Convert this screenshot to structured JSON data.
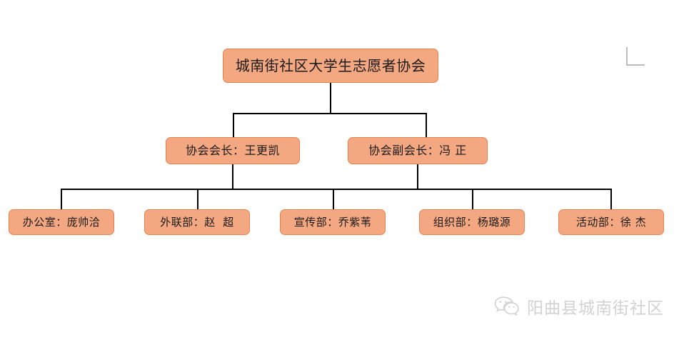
{
  "chart": {
    "type": "org-chart",
    "title": "城南街社区大学生志愿者协会",
    "levels": [
      {
        "level": 1,
        "nodes": [
          {
            "label": "城南街社区大学生志愿者协会"
          }
        ]
      },
      {
        "level": 2,
        "nodes": [
          {
            "label": "协会会长：王更凯"
          },
          {
            "label": "协会副会长：冯 正"
          }
        ]
      },
      {
        "level": 3,
        "nodes": [
          {
            "label": "办公室：庞帅洽"
          },
          {
            "label": "外联部：赵  超"
          },
          {
            "label": "宣传部：乔紫苇"
          },
          {
            "label": "组织部：杨璐源"
          },
          {
            "label": "活动部：徐 杰"
          }
        ]
      }
    ],
    "colors": {
      "node_fill": "#F4A882",
      "node_border": "#E8834F",
      "connector": "#000000",
      "text": "#1a1a1a",
      "watermark": "#d2d2d2",
      "bracket": "#bcbcbc",
      "background": "#ffffff"
    }
  },
  "footer": {
    "icon": "wechat-icon",
    "watermark_text": "阳曲县城南街社区"
  },
  "decoration": {
    "corner_bracket": "corner-bracket-mark"
  }
}
